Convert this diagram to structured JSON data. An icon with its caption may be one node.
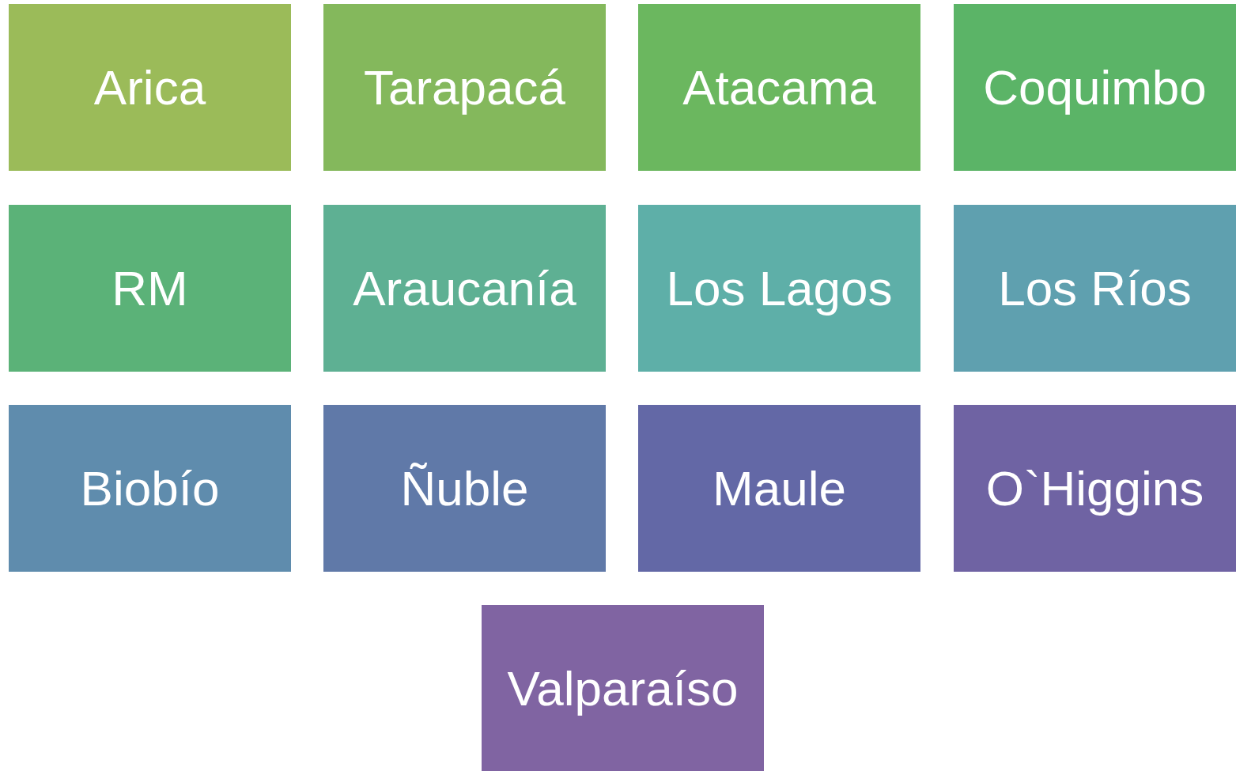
{
  "diagram": {
    "nodes": [
      {
        "text": [
          "Arica"
        ]
      },
      {
        "text": [
          "Tarapacá"
        ]
      },
      {
        "text": [
          "Atacama"
        ]
      },
      {
        "text": [
          "Coquimbo"
        ]
      },
      {
        "text": [
          "RM"
        ]
      },
      {
        "text": [
          "Araucanía"
        ]
      },
      {
        "text": [
          "Los Lagos"
        ]
      },
      {
        "text": [
          "Los Ríos"
        ]
      },
      {
        "text": [
          "Biobío"
        ]
      },
      {
        "text": [
          "Ñuble"
        ]
      },
      {
        "text": [
          "Maule"
        ]
      },
      {
        "text": [
          "O`Higgins"
        ]
      },
      {
        "text": [
          "Valparaíso"
        ]
      }
    ]
  }
}
